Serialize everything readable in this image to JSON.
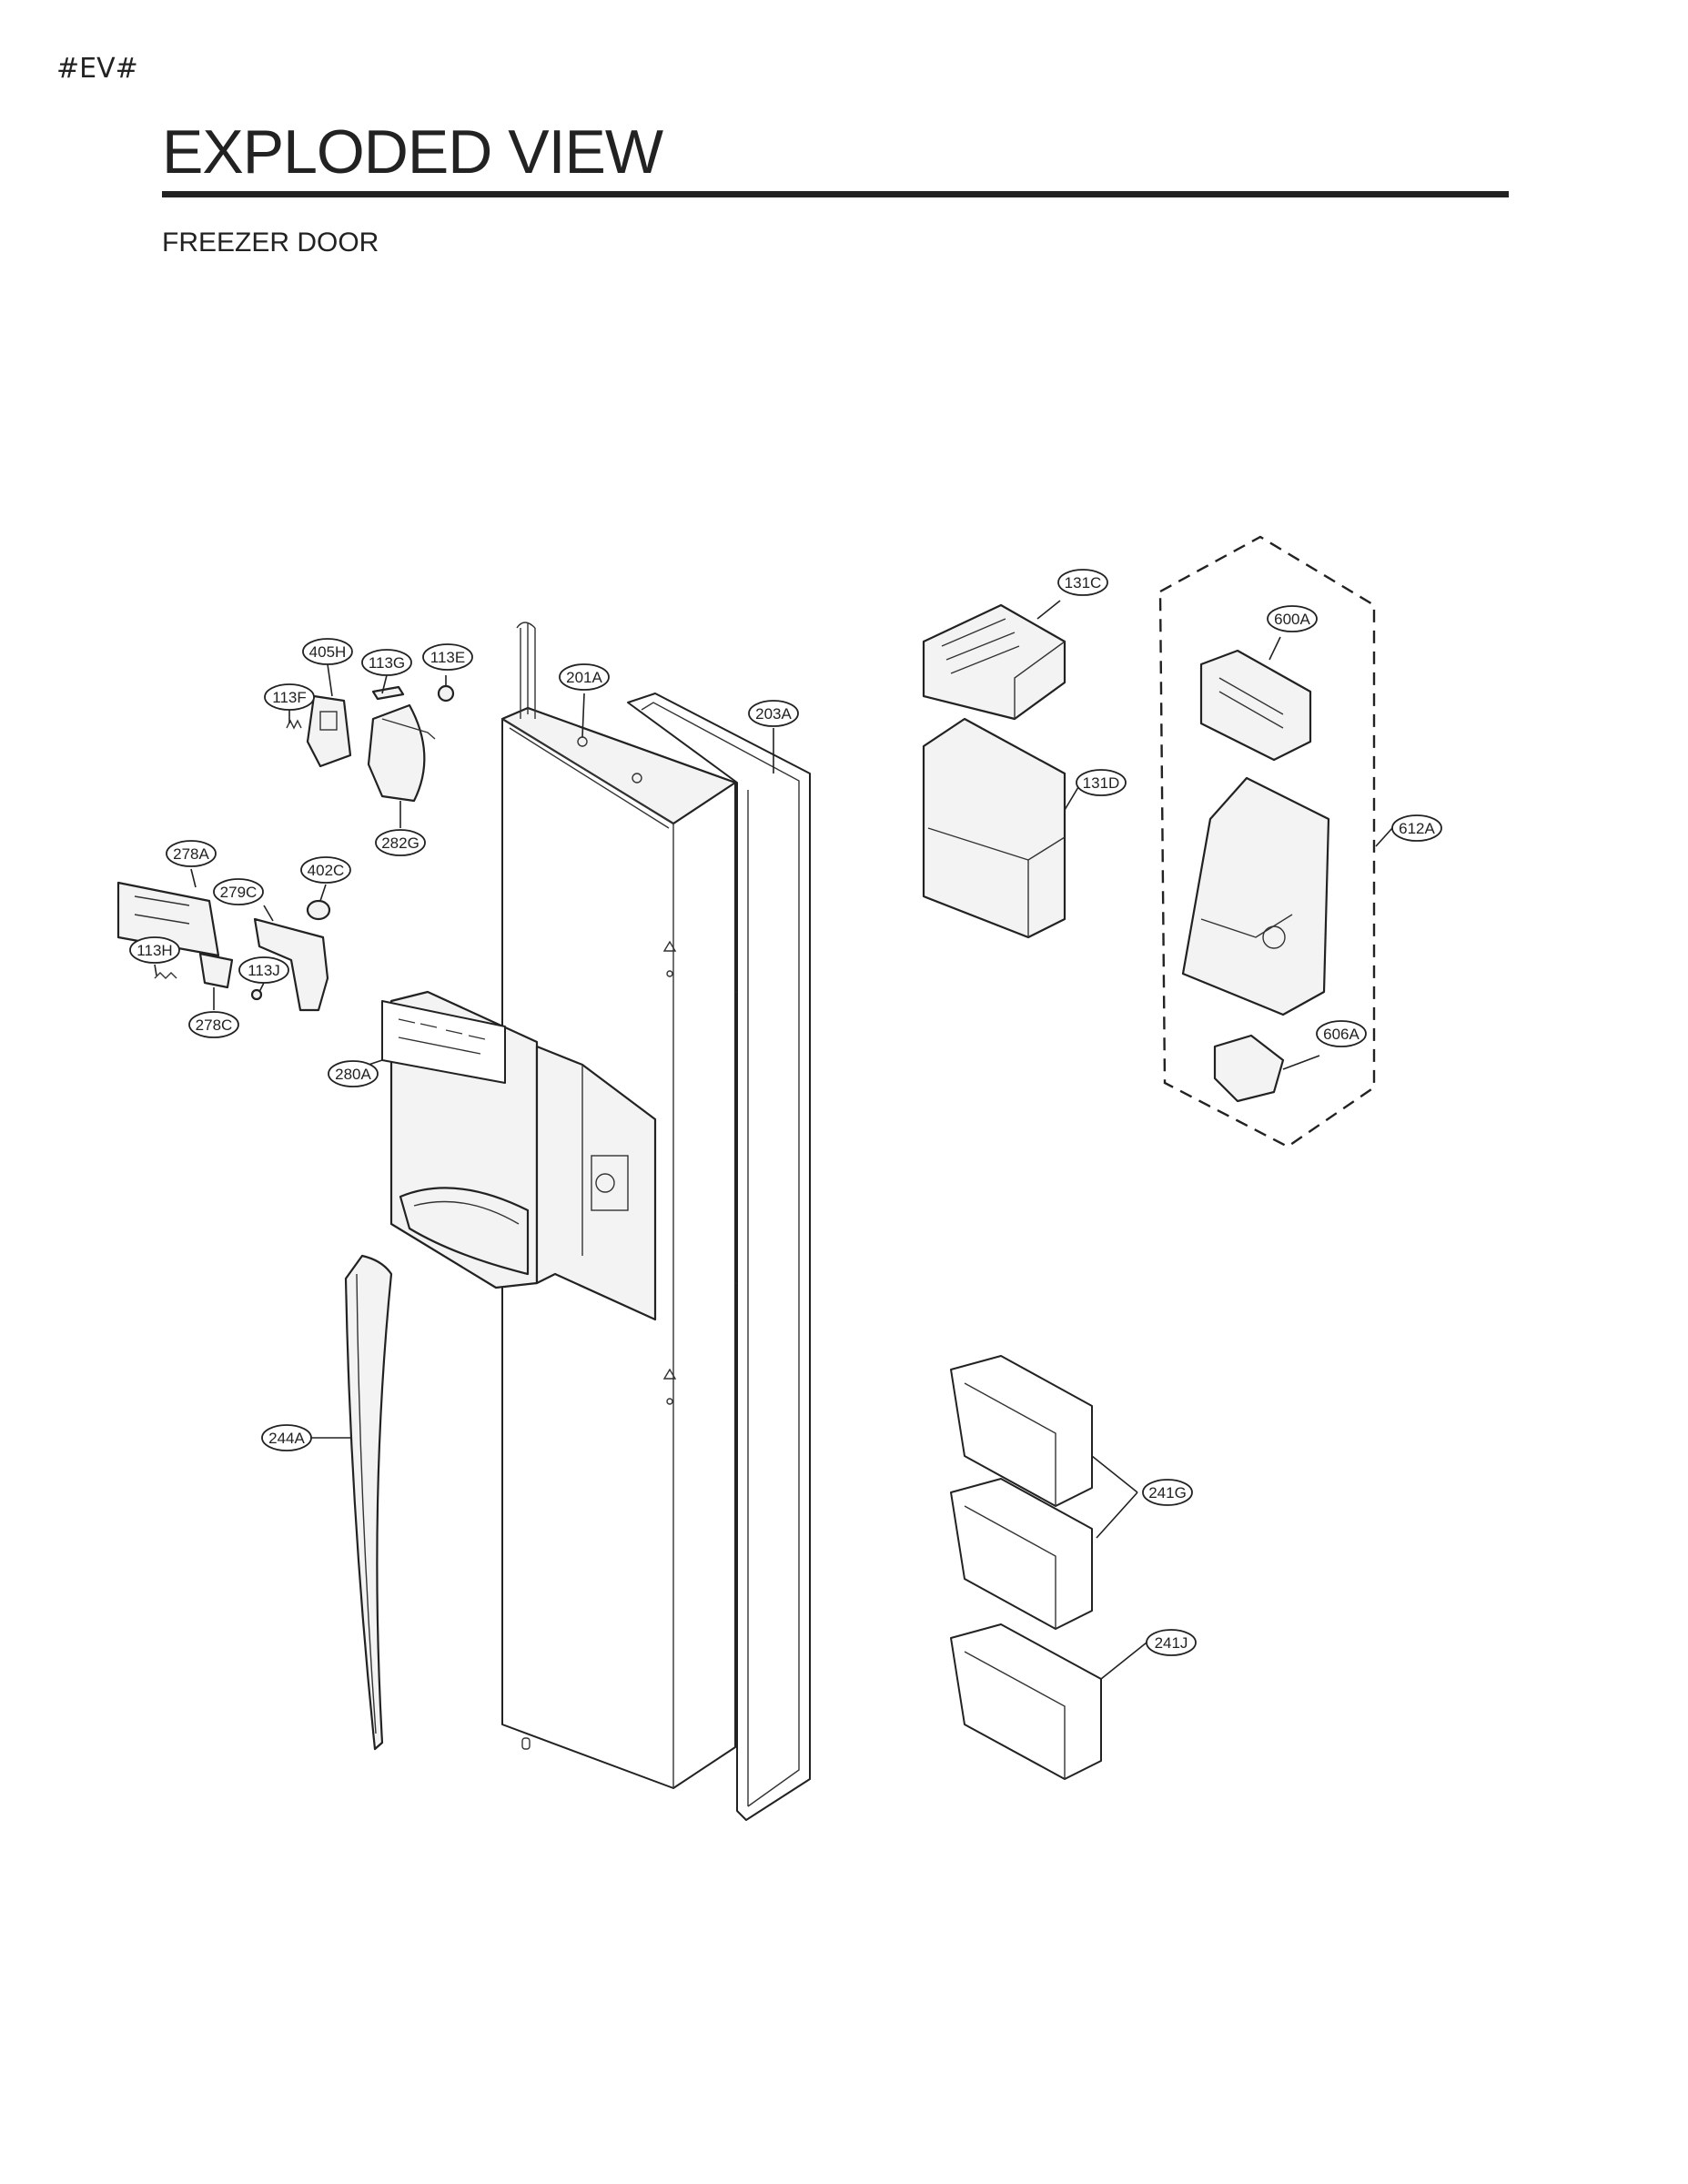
{
  "header": {
    "tag": "#EV#",
    "title": "EXPLODED VIEW",
    "subtitle": "FREEZER DOOR"
  },
  "callouts": [
    {
      "id": "405H",
      "label": "405H"
    },
    {
      "id": "113G",
      "label": "113G"
    },
    {
      "id": "113E",
      "label": "113E"
    },
    {
      "id": "113F",
      "label": "113F"
    },
    {
      "id": "201A",
      "label": "201A"
    },
    {
      "id": "203A",
      "label": "203A"
    },
    {
      "id": "282G",
      "label": "282G"
    },
    {
      "id": "278A",
      "label": "278A"
    },
    {
      "id": "402C",
      "label": "402C"
    },
    {
      "id": "279C",
      "label": "279C"
    },
    {
      "id": "113H",
      "label": "113H"
    },
    {
      "id": "113J",
      "label": "113J"
    },
    {
      "id": "278C",
      "label": "278C"
    },
    {
      "id": "280A",
      "label": "280A"
    },
    {
      "id": "244A",
      "label": "244A"
    },
    {
      "id": "131C",
      "label": "131C"
    },
    {
      "id": "131D",
      "label": "131D"
    },
    {
      "id": "600A",
      "label": "600A"
    },
    {
      "id": "612A",
      "label": "612A"
    },
    {
      "id": "606A",
      "label": "606A"
    },
    {
      "id": "241G",
      "label": "241G"
    },
    {
      "id": "241J",
      "label": "241J"
    }
  ]
}
